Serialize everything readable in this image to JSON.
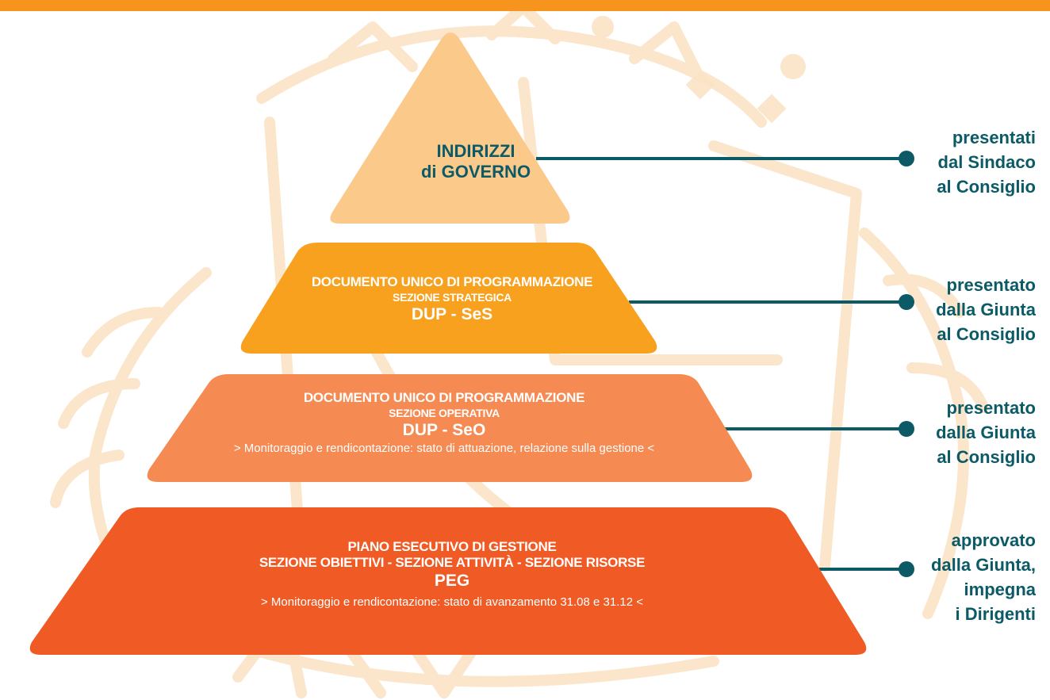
{
  "colors": {
    "topbar": "#f7941d",
    "tier1": "#fbc98a",
    "tier2": "#f7a11f",
    "tier3": "#f58a52",
    "tier4": "#f05a24",
    "connector": "#0b5a66",
    "watermark": "#fbe3c6"
  },
  "tiers": [
    {
      "title_line1": "INDIRIZZI",
      "title_line2": "di GOVERNO",
      "annotation": [
        "presentati",
        "dal Sindaco",
        "al Consiglio"
      ]
    },
    {
      "title": "DOCUMENTO UNICO DI PROGRAMMAZIONE",
      "subtitle": "SEZIONE STRATEGICA",
      "acronym": "DUP - SeS",
      "annotation": [
        "presentato",
        "dalla Giunta",
        "al Consiglio"
      ]
    },
    {
      "title": "DOCUMENTO UNICO DI PROGRAMMAZIONE",
      "subtitle": "SEZIONE OPERATIVA",
      "acronym": "DUP - SeO",
      "note": "> Monitoraggio e rendicontazione: stato di attuazione, relazione sulla gestione <",
      "annotation": [
        "presentato",
        "dalla Giunta",
        "al Consiglio"
      ]
    },
    {
      "title": "PIANO ESECUTIVO DI GESTIONE",
      "subtitle": "SEZIONE OBIETTIVI - SEZIONE ATTIVITÀ - SEZIONE RISORSE",
      "acronym": "PEG",
      "note": "> Monitoraggio e rendicontazione: stato di avanzamento 31.08 e 31.12 <",
      "annotation": [
        "approvato",
        "dalla Giunta,",
        "impegna",
        "i Dirigenti"
      ]
    }
  ]
}
